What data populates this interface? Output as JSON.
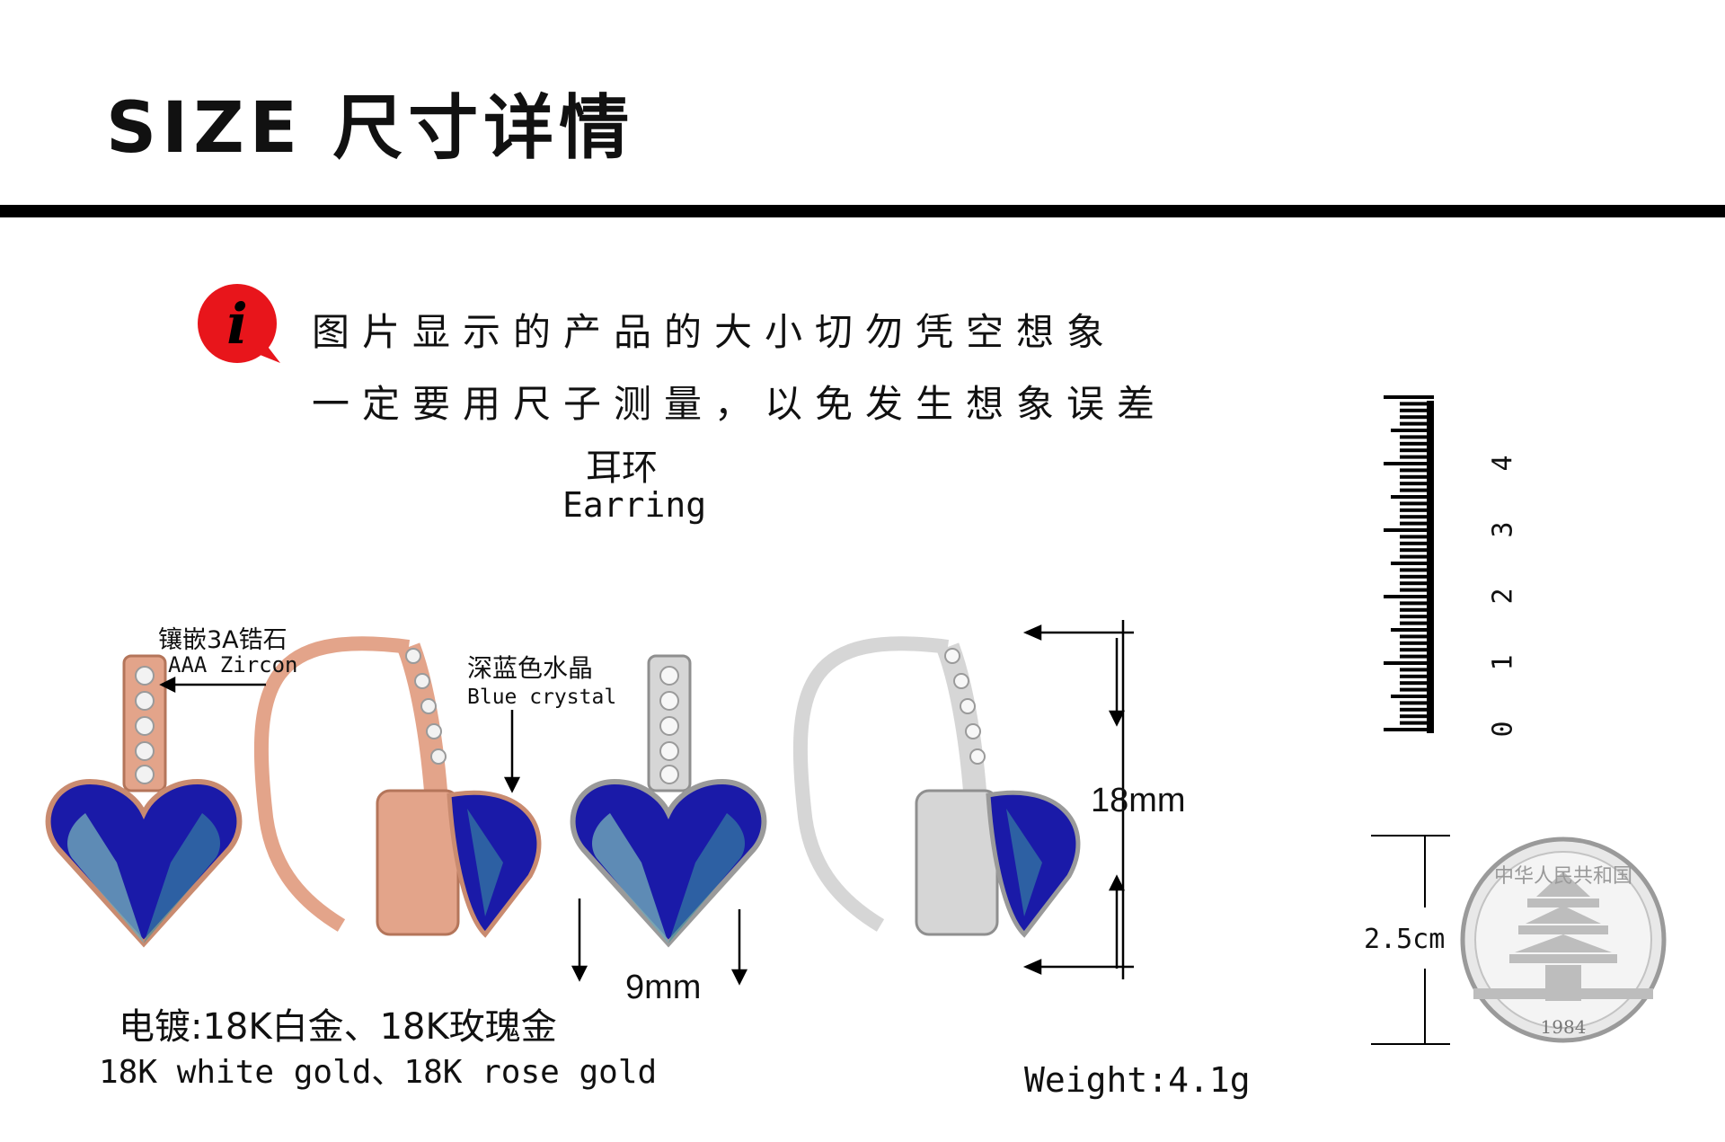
{
  "header": {
    "title": "SIZE 尺寸详情"
  },
  "notice": {
    "icon_letter": "i",
    "line1": "图片显示的产品的大小切勿凭空想象",
    "line2": "一定要用尺子测量，以免发生想象误差"
  },
  "product": {
    "name_cn": "耳环",
    "name_en": "Earring"
  },
  "callouts": {
    "zircon_cn": "镶嵌3A锆石",
    "zircon_en": "AAA Zircon",
    "crystal_cn": "深蓝色水晶",
    "crystal_en": "Blue crystal"
  },
  "dimensions": {
    "height": "18mm",
    "width": "9mm",
    "coin": "2.5cm"
  },
  "plating": {
    "cn": "电镀:18K白金、18K玫瑰金",
    "en": "18K white gold、18K rose gold"
  },
  "weight": "Weight:4.1g",
  "ruler": {
    "labels": [
      "0",
      "1",
      "2",
      "3",
      "4"
    ]
  },
  "coin": {
    "rim_text": "中华人民共和国",
    "year": "1984"
  },
  "colors": {
    "notice_red": "#e8151b",
    "rose_gold": "#e3a48a",
    "silver": "#d6d6d6",
    "blue_gem": "#1a1aa8",
    "text": "#111111"
  }
}
